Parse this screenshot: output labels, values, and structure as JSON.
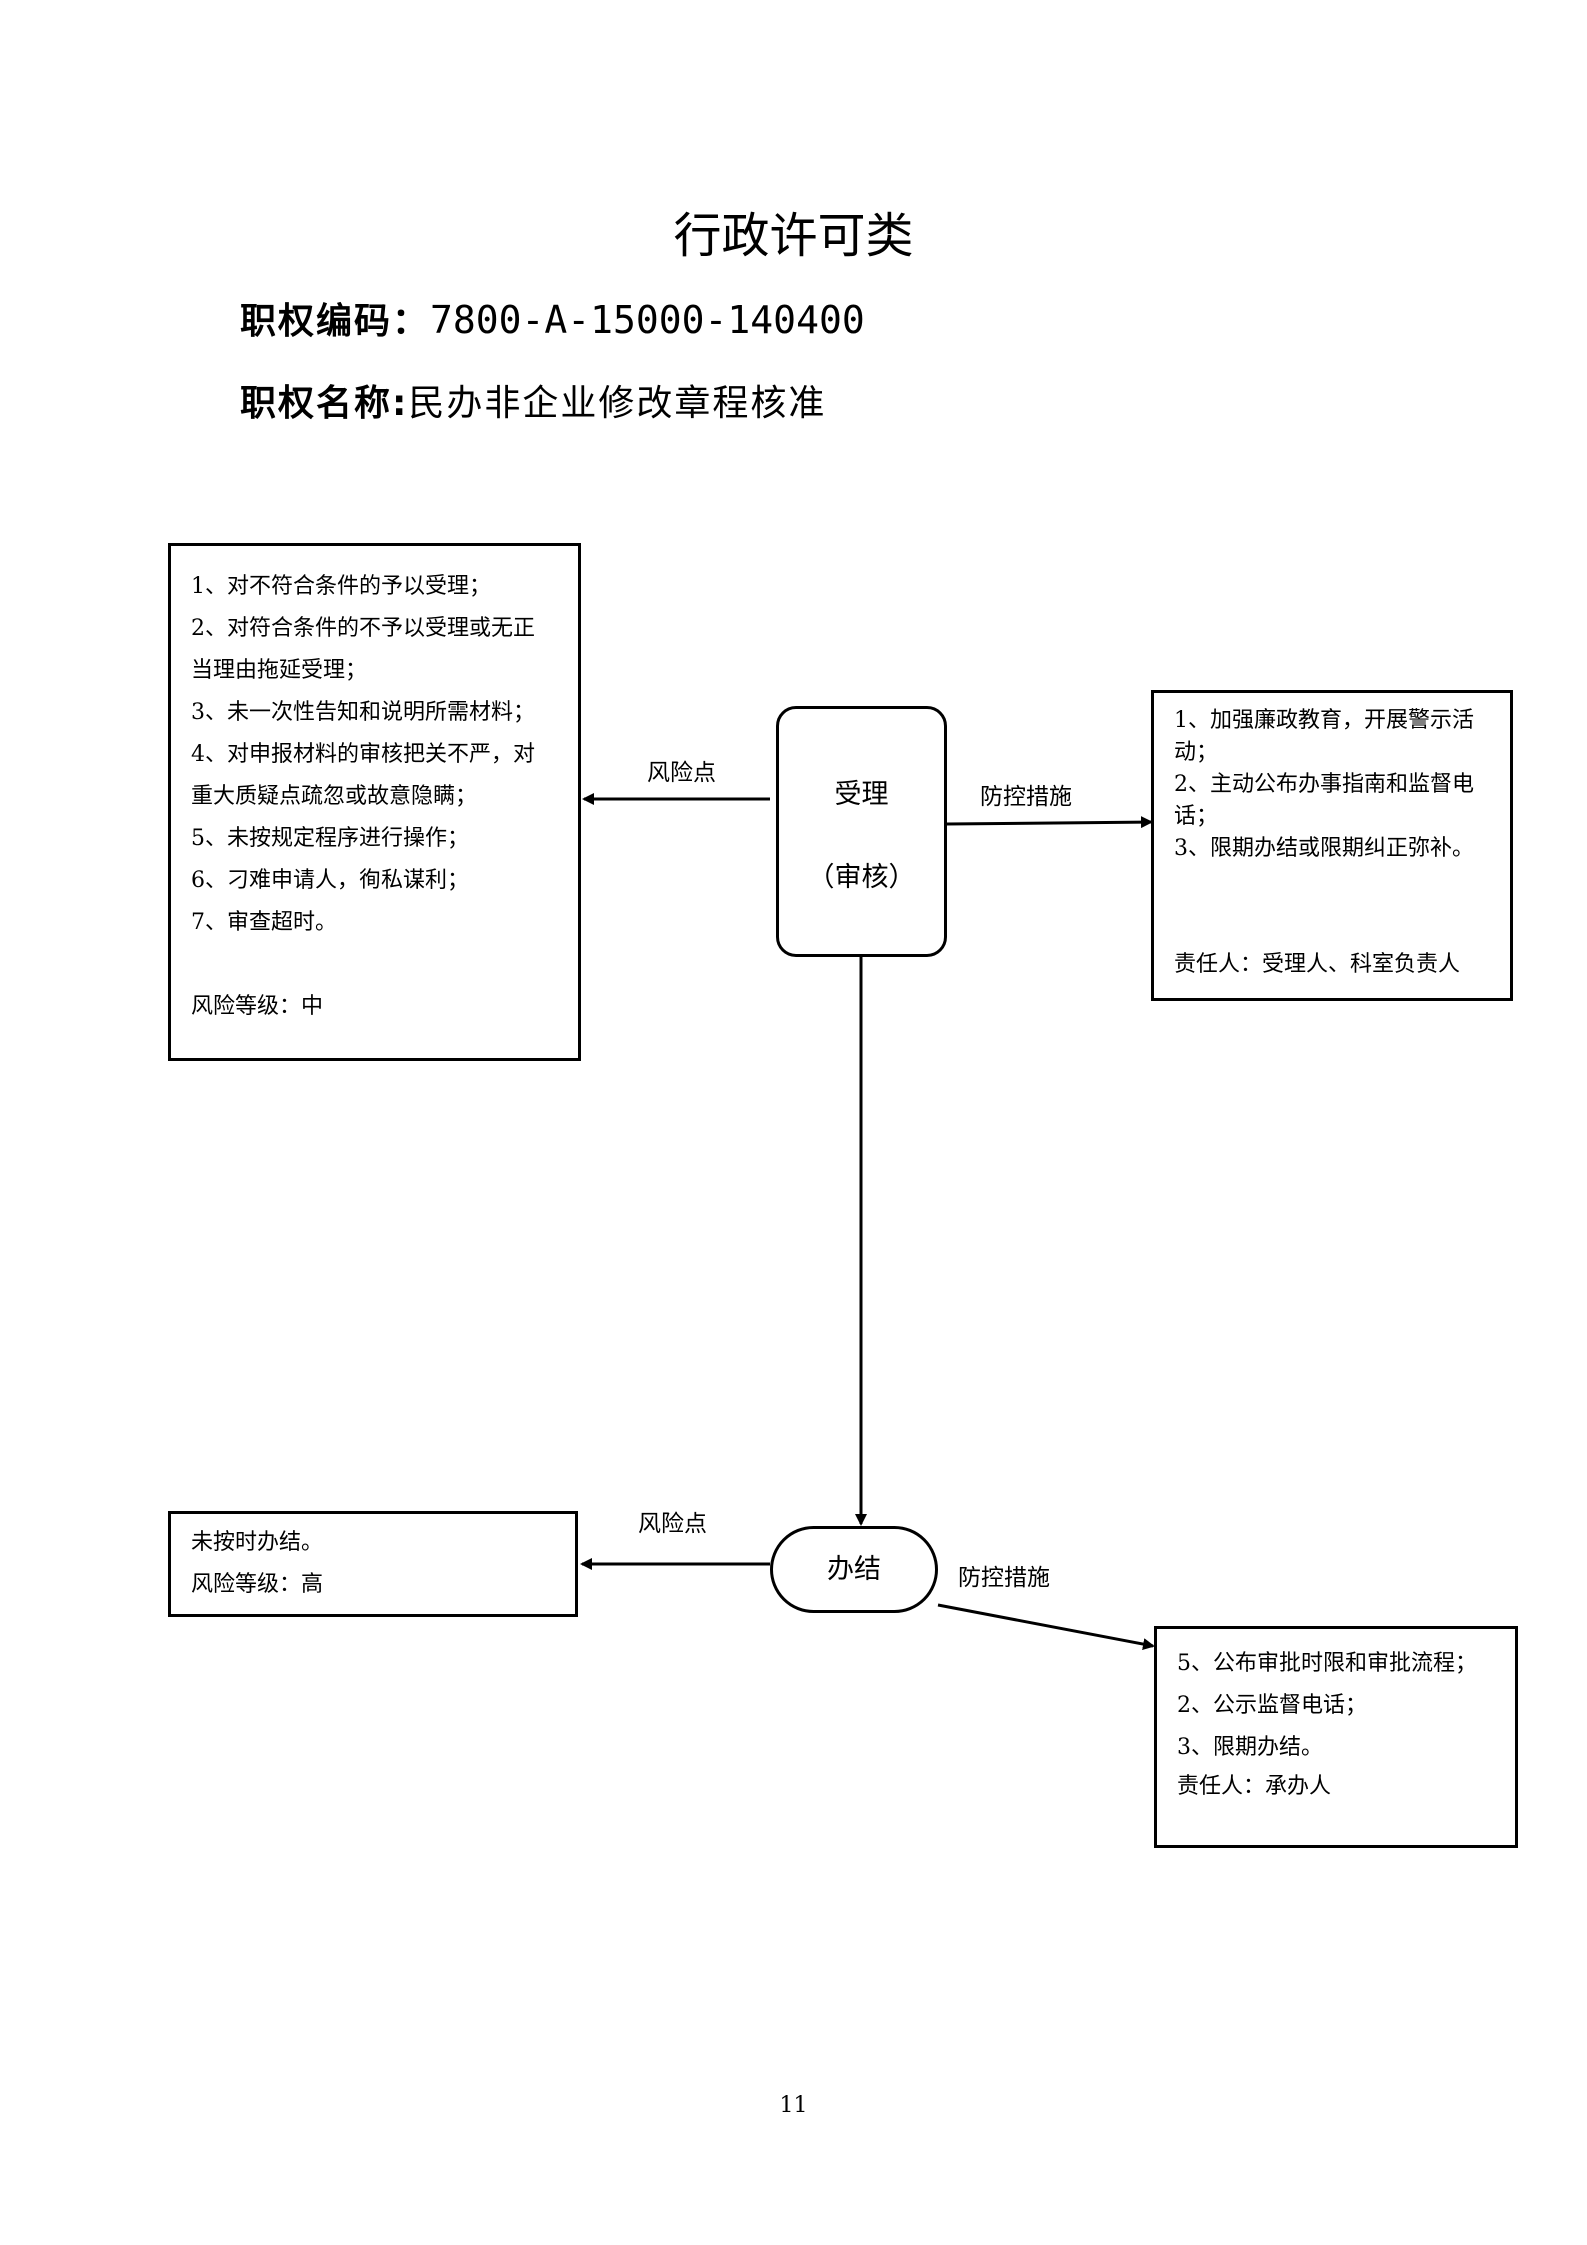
{
  "header": {
    "category": "行政许可类",
    "code_label": "职权编码：",
    "code_value": "7800-A-15000-140400",
    "name_label": "职权名称:",
    "name_value": "民办非企业修改章程核准"
  },
  "stage1": {
    "node_line1": "受理",
    "node_line2": "（审核）",
    "risk_label": "风险点",
    "control_label": "防控措施",
    "risks": [
      "1、对不符合条件的予以受理；",
      "2、对符合条件的不予以受理或无正",
      "当理由拖延受理；",
      "3、未一次性告知和说明所需材料；",
      "4、对申报材料的审核把关不严，对",
      "重大质疑点疏忽或故意隐瞒；",
      "5、未按规定程序进行操作；",
      "6、刁难申请人，徇私谋利；",
      "7、审查超时。"
    ],
    "risk_level": "风险等级：中",
    "measures": [
      "1、加强廉政教育，开展警示活",
      "动；",
      "2、主动公布办事指南和监督电",
      "话；",
      "3、限期办结或限期纠正弥补。"
    ],
    "responsible": "责任人：受理人、科室负责人"
  },
  "stage2": {
    "node_label": "办结",
    "risk_label": "风险点",
    "control_label": "防控措施",
    "risks": [
      "未按时办结。"
    ],
    "risk_level": "风险等级：高",
    "measures": [
      "5、公布审批时限和审批流程；",
      "2、公示监督电话；",
      "3、限期办结。"
    ],
    "responsible": "责任人：承办人"
  },
  "footer": {
    "page_number": "11"
  }
}
